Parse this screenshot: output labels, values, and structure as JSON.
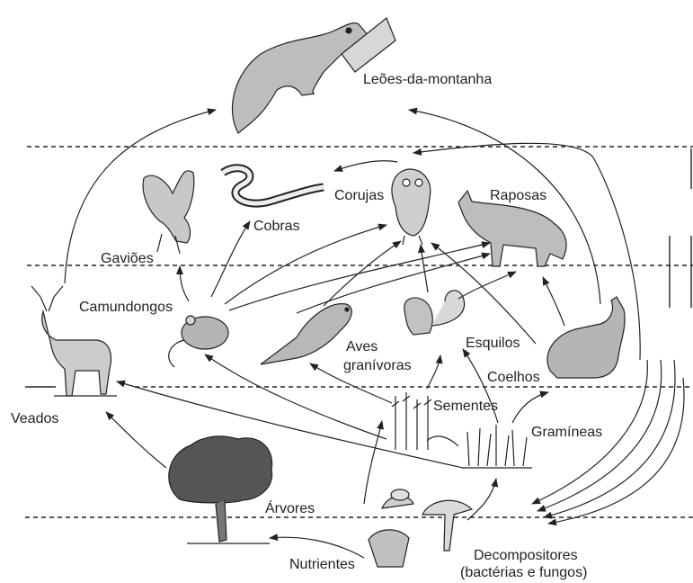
{
  "organisms": {
    "mountain_lions": "Leões-da-montanha",
    "hawks": "Gaviões",
    "snakes": "Cobras",
    "owls": "Corujas",
    "foxes": "Raposas",
    "mice": "Camundongos",
    "seed_birds_line1": "Aves",
    "seed_birds_line2": "granívoras",
    "squirrels": "Esquilos",
    "rabbits": "Coelhos",
    "deer": "Veados",
    "seeds": "Sementes",
    "grasses": "Gramíneas",
    "trees": "Árvores",
    "nutrients": "Nutrientes",
    "decomposers_line1": "Decompositores",
    "decomposers_line2": "(bactérias e fungos)"
  },
  "colors": {
    "ink": "#222222",
    "background": "#ffffff"
  }
}
